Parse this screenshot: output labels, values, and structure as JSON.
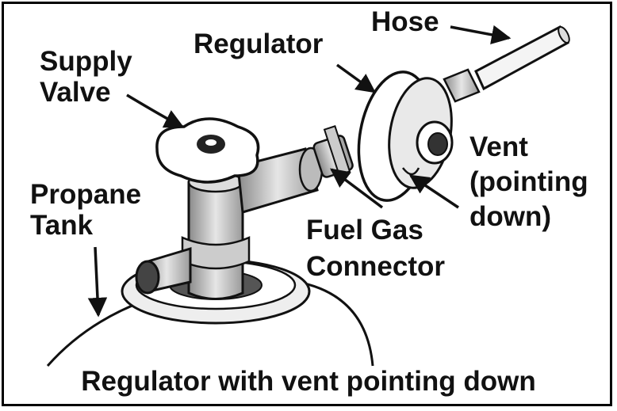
{
  "labels": {
    "hose": "Hose",
    "regulator": "Regulator",
    "supply_valve": [
      "Supply",
      "Valve"
    ],
    "propane_tank": [
      "Propane",
      "Tank"
    ],
    "vent": [
      "Vent",
      "(pointing",
      "down)"
    ],
    "fuel_gas_connector": [
      "Fuel Gas",
      "Connector"
    ]
  },
  "caption": "Regulator with vent pointing down",
  "colors": {
    "ink": "#111111",
    "fill": "#ffffff",
    "shade": "#cfcfcf",
    "dark": "#555555"
  }
}
